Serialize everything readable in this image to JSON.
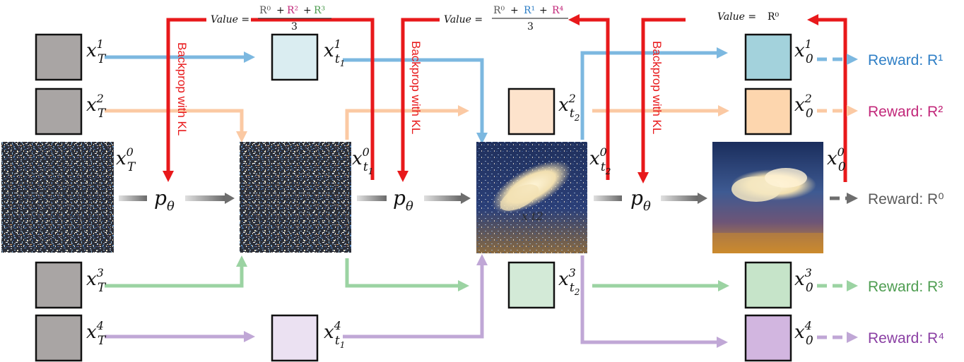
{
  "colors": {
    "red": "#e8191b",
    "blue": "#7cb8e0",
    "orange": "#fbc9a3",
    "green": "#9bd3a2",
    "purple": "#c0a7d6",
    "gray": "#6e6e6e",
    "blueText": "#2f7fc6",
    "magentaText": "#c2287a",
    "grayText": "#5a5a5a",
    "greenText": "#4e9d51",
    "purpleText": "#8a3fa3"
  },
  "latents": {
    "xT1": {
      "base": "x",
      "sub": "T",
      "sup": "1"
    },
    "xT2": {
      "base": "x",
      "sub": "T",
      "sup": "2"
    },
    "xT0": {
      "base": "x",
      "sub": "T",
      "sup": "0"
    },
    "xT3": {
      "base": "x",
      "sub": "T",
      "sup": "3"
    },
    "xT4": {
      "base": "x",
      "sub": "T",
      "sup": "4"
    },
    "xt1_1": {
      "base": "x",
      "sub": "t",
      "subsub": "1",
      "sup": "1"
    },
    "xt1_0": {
      "base": "x",
      "sub": "t",
      "subsub": "1",
      "sup": "0"
    },
    "xt1_4": {
      "base": "x",
      "sub": "t",
      "subsub": "1",
      "sup": "4"
    },
    "xt2_2": {
      "base": "x",
      "sub": "t",
      "subsub": "2",
      "sup": "2"
    },
    "xt2_0": {
      "base": "x",
      "sub": "t",
      "subsub": "2",
      "sup": "0"
    },
    "xt2_3": {
      "base": "x",
      "sub": "t",
      "subsub": "2",
      "sup": "3"
    },
    "x0_1": {
      "base": "x",
      "sub": "0",
      "sup": "1"
    },
    "x0_2": {
      "base": "x",
      "sub": "0",
      "sup": "2"
    },
    "x0_0": {
      "base": "x",
      "sub": "0",
      "sup": "0"
    },
    "x0_3": {
      "base": "x",
      "sub": "0",
      "sup": "3"
    },
    "x0_4": {
      "base": "x",
      "sub": "0",
      "sup": "4"
    }
  },
  "policy": {
    "symbol": "p",
    "sub": "θ"
  },
  "backprop_label": "Backprop with KL",
  "values": {
    "v1": {
      "prefix": "Value =",
      "terms": [
        "R⁰",
        "R²",
        "R³"
      ],
      "denominator": "3"
    },
    "v2": {
      "prefix": "Value =",
      "terms": [
        "R⁰",
        "R¹",
        "R⁴"
      ],
      "denominator": "3"
    },
    "v3": {
      "prefix": "Value =",
      "term": "R⁰"
    }
  },
  "rewards": {
    "r1": "Reward: R¹",
    "r2": "Reward: R²",
    "r0": "Reward: R⁰",
    "r3": "Reward: R³",
    "r4": "Reward: R⁴"
  },
  "faint_label": "x t2"
}
